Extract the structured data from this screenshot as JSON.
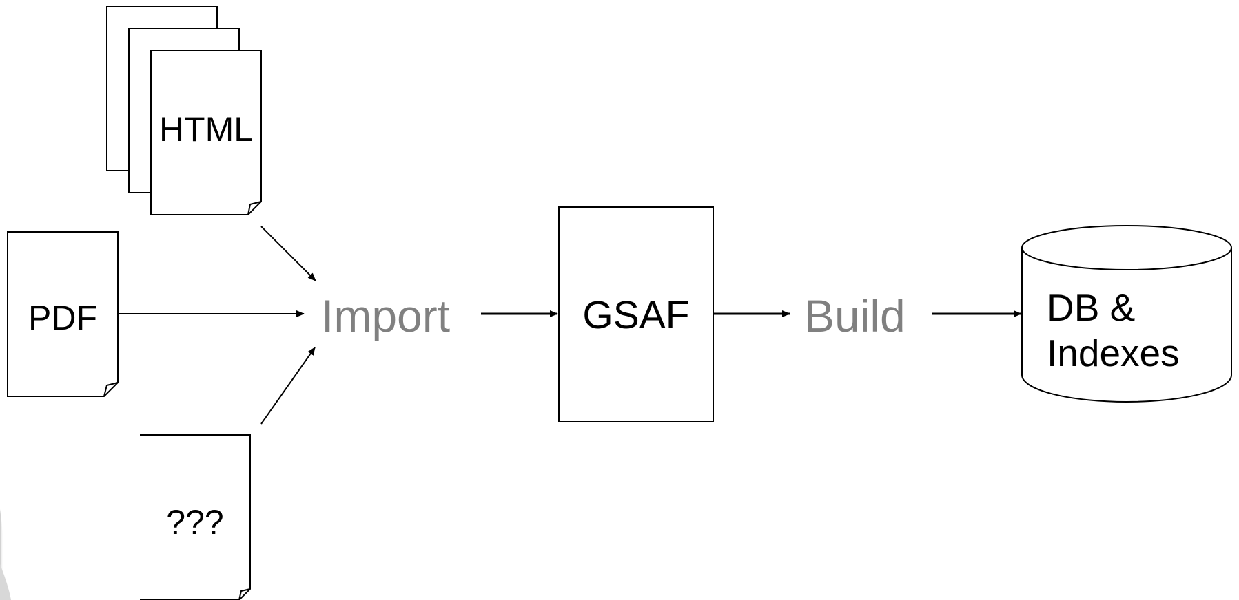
{
  "inputs": {
    "html_label": "HTML",
    "pdf_label": "PDF",
    "unknown_label": "???"
  },
  "steps": {
    "import_label": "Import",
    "build_label": "Build"
  },
  "intermediate": {
    "label": "GSAF"
  },
  "output": {
    "line1": "DB &",
    "line2": "Indexes"
  },
  "colors": {
    "step_text": "#808080",
    "stroke": "#000000",
    "background": "#ffffff",
    "edge_shading": "#d0d0d0"
  }
}
